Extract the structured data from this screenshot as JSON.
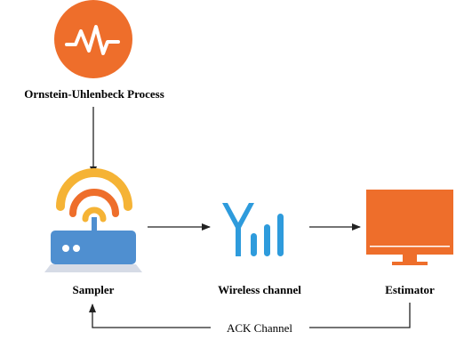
{
  "nodes": {
    "process": {
      "label": "Ornstein-Uhlenbeck Process",
      "icon": "heartbeat-icon"
    },
    "sampler": {
      "label": "Sampler",
      "icon": "router-icon"
    },
    "channel": {
      "label": "Wireless channel",
      "icon": "antenna-signal-icon"
    },
    "estimator": {
      "label": "Estimator",
      "icon": "monitor-icon"
    }
  },
  "edges": {
    "ack": {
      "label": "ACK Channel"
    }
  },
  "colors": {
    "orange": "#EE6E2B",
    "yellow": "#F5B335",
    "blue": "#2E9BDC",
    "router_body": "#4F8FD0",
    "router_base": "#D6DBE6",
    "arrow": "#222222"
  }
}
